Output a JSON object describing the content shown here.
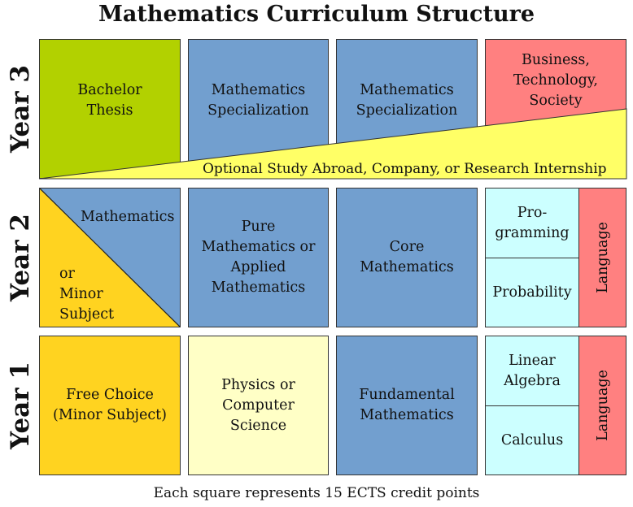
{
  "title": "Mathematics Curriculum Structure",
  "footer": "Each square represents 15 ECTS credit points",
  "years": {
    "y3": "Year 3",
    "y2": "Year 2",
    "y1": "Year 1"
  },
  "year3": {
    "thesis": "Bachelor\nThesis",
    "spec1": "Mathematics\nSpecialization",
    "spec2": "Mathematics\nSpecialization",
    "business": "Business,\nTechnology,\nSociety",
    "abroad": "Optional Study Abroad, Company, or Research Internship"
  },
  "year2": {
    "mathematics": "Mathematics",
    "minor": "or\nMinor\nSubject",
    "pure": "Pure\nMathematics or\nApplied\nMathematics",
    "core": "Core\nMathematics",
    "programming": "Pro-\ngramming",
    "probability": "Probability",
    "language": "Language"
  },
  "year1": {
    "free": "Free Choice\n(Minor Subject)",
    "physics": "Physics or\nComputer\nScience",
    "fundamental": "Fundamental\nMathematics",
    "linear": "Linear\nAlgebra",
    "calculus": "Calculus",
    "language": "Language"
  },
  "colors": {
    "math_blue": "#729fcf",
    "thesis_green": "#b2d100",
    "minor_yellow": "#ffd320",
    "science_pale": "#ffffc6",
    "skills_cyan": "#ccffff",
    "language_red": "#ff8080",
    "abroad_yellow": "#ffff66"
  }
}
